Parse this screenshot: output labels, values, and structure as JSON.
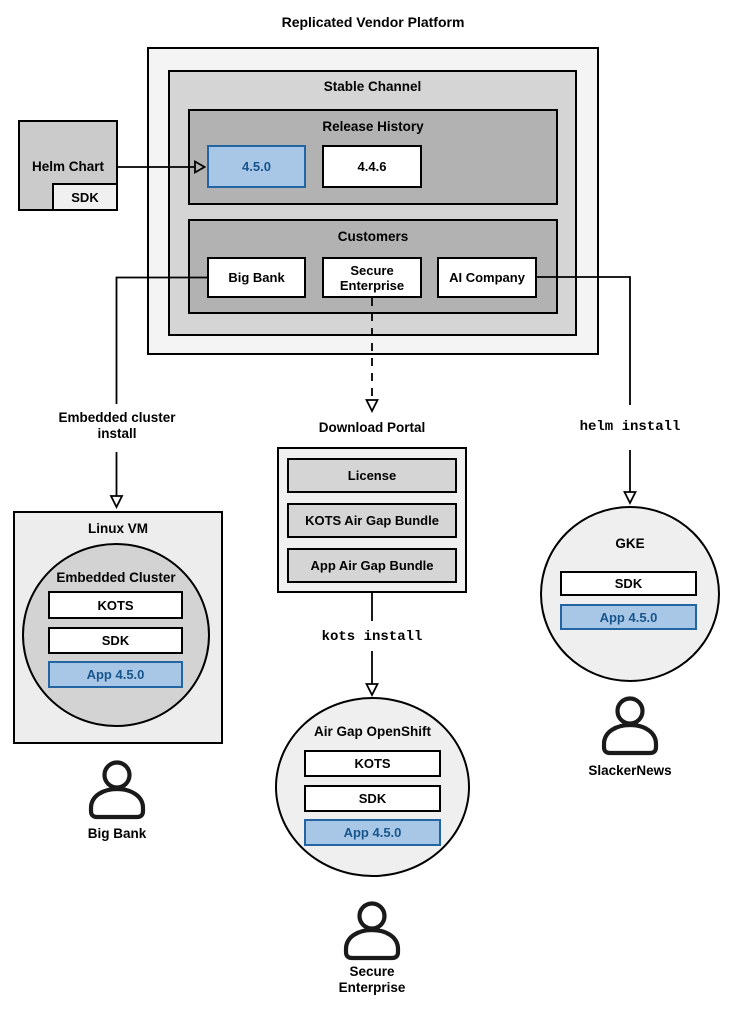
{
  "title": "Replicated Vendor Platform",
  "colors": {
    "highlight_fill": "#a8c7e7",
    "highlight_border": "#2265a2",
    "highlight_text": "#17558c"
  },
  "stable_channel": {
    "label": "Stable Channel"
  },
  "release_history": {
    "label": "Release History",
    "current_version": "4.5.0",
    "previous_version": "4.4.6"
  },
  "customers": {
    "label": "Customers",
    "big_bank": "Big Bank",
    "secure_enterprise": "Secure Enterprise",
    "ai_company": "AI Company"
  },
  "helm_chart": {
    "label": "Helm Chart",
    "sdk": "SDK"
  },
  "left_flow": {
    "install_method": "Embedded cluster\ninstall",
    "host": "Linux VM",
    "cluster": "Embedded Cluster",
    "kots": "KOTS",
    "sdk": "SDK",
    "app": "App 4.5.0",
    "user": "Big Bank"
  },
  "middle_flow": {
    "portal": "Download Portal",
    "license": "License",
    "kots_bundle": "KOTS Air Gap Bundle",
    "app_bundle": "App Air Gap Bundle",
    "command": "kots install",
    "cluster": "Air Gap OpenShift",
    "kots": "KOTS",
    "sdk": "SDK",
    "app": "App 4.5.0",
    "user": "Secure Enterprise"
  },
  "right_flow": {
    "command": "helm install",
    "cluster": "GKE",
    "sdk": "SDK",
    "app": "App 4.5.0",
    "user": "SlackerNews"
  }
}
